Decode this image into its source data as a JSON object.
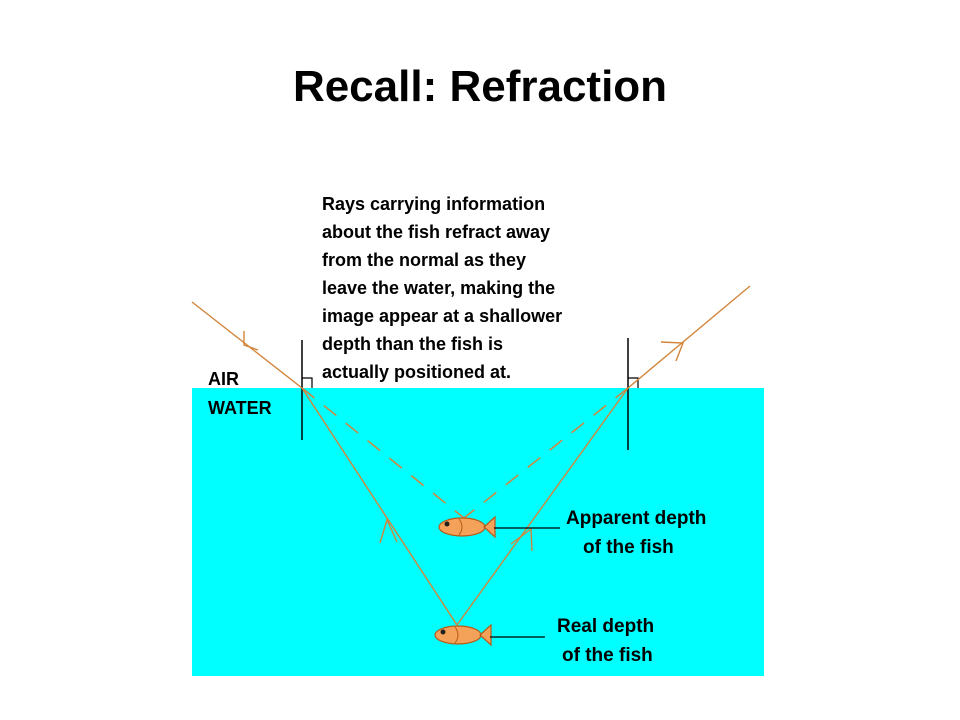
{
  "slide": {
    "title": "Recall: Refraction"
  },
  "diagram": {
    "caption_lines": [
      "Rays carrying information",
      "about the fish refract away",
      "from the normal as they",
      "leave the water, making the",
      "image appear at a shallower",
      "depth than the fish is",
      "actually positioned at."
    ],
    "air_label": "AIR",
    "water_label": "WATER",
    "apparent_label_lines": [
      "Apparent depth",
      "of the fish"
    ],
    "real_label_lines": [
      "Real depth",
      "of the fish"
    ],
    "colors": {
      "water": "#00FFFF",
      "ray": "#D2853A",
      "fish": "#F4A259",
      "fish_outline": "#B85A1A",
      "text": "#000000"
    }
  }
}
